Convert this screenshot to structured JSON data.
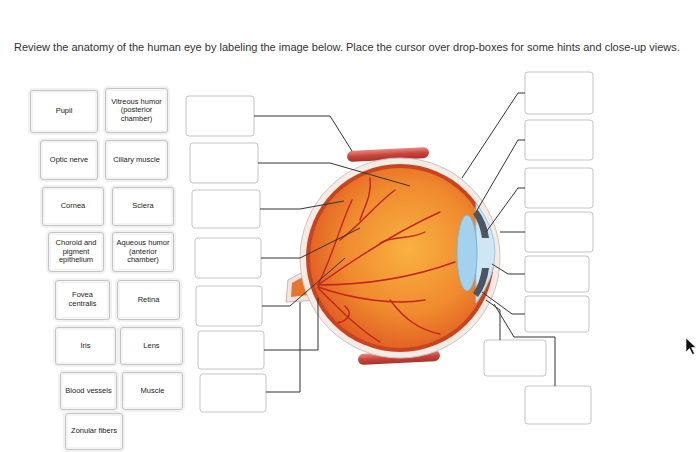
{
  "diagram": {
    "title": "Review the anatomy of the human eye by labeling the image below. Place the cursor over drop-boxes for some hints and close-up views.",
    "nodes": [
      {
        "text": [
          "Pupil"
        ]
      },
      {
        "text": [
          "Vitreous humor (posterior chamber)"
        ]
      },
      {
        "text": [
          "Optic nerve"
        ]
      },
      {
        "text": [
          "Ciliary muscle"
        ]
      },
      {
        "text": [
          "Cornea"
        ]
      },
      {
        "text": [
          "Sclera"
        ]
      },
      {
        "text": [
          "Choroid and pigment epithelium"
        ]
      },
      {
        "text": [
          "Aqueous humor (anterior chamber)"
        ]
      },
      {
        "text": [
          "Fovea centralis"
        ]
      },
      {
        "text": [
          "Retina"
        ]
      },
      {
        "text": [
          "Iris"
        ]
      },
      {
        "text": [
          "Lens"
        ]
      },
      {
        "text": [
          "Blood vessels"
        ]
      },
      {
        "text": [
          "Muscle"
        ]
      },
      {
        "text": [
          "Zonular fibers"
        ]
      }
    ]
  }
}
